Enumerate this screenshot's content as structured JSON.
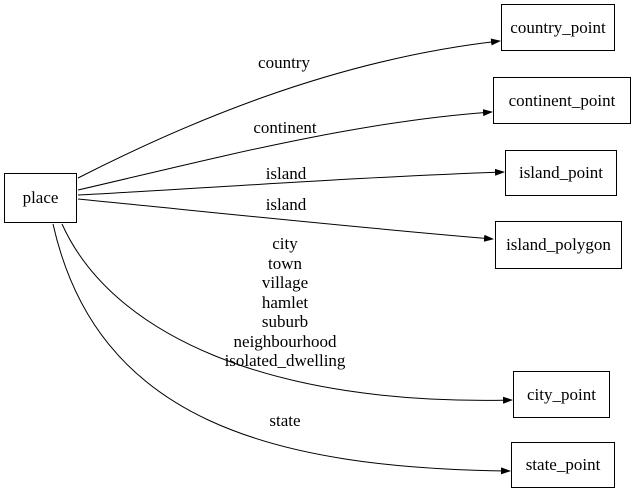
{
  "diagram": {
    "type": "directed-graph",
    "background_color": "#ffffff",
    "edge_color": "#000000",
    "node_border_color": "#000000",
    "nodes": [
      {
        "id": "place",
        "label": "place"
      },
      {
        "id": "country_point",
        "label": "country_point"
      },
      {
        "id": "continent_point",
        "label": "continent_point"
      },
      {
        "id": "island_point",
        "label": "island_point"
      },
      {
        "id": "island_polygon",
        "label": "island_polygon"
      },
      {
        "id": "city_point",
        "label": "city_point"
      },
      {
        "id": "state_point",
        "label": "state_point"
      }
    ],
    "edges": [
      {
        "from": "place",
        "to": "country_point",
        "label": "country"
      },
      {
        "from": "place",
        "to": "continent_point",
        "label": "continent"
      },
      {
        "from": "place",
        "to": "island_point",
        "label": "island"
      },
      {
        "from": "place",
        "to": "island_polygon",
        "label": "island"
      },
      {
        "from": "place",
        "to": "city_point",
        "label_lines": [
          "city",
          "town",
          "village",
          "hamlet",
          "suburb",
          "neighbourhood",
          "isolated_dwelling"
        ]
      },
      {
        "from": "place",
        "to": "state_point",
        "label": "state"
      }
    ]
  }
}
